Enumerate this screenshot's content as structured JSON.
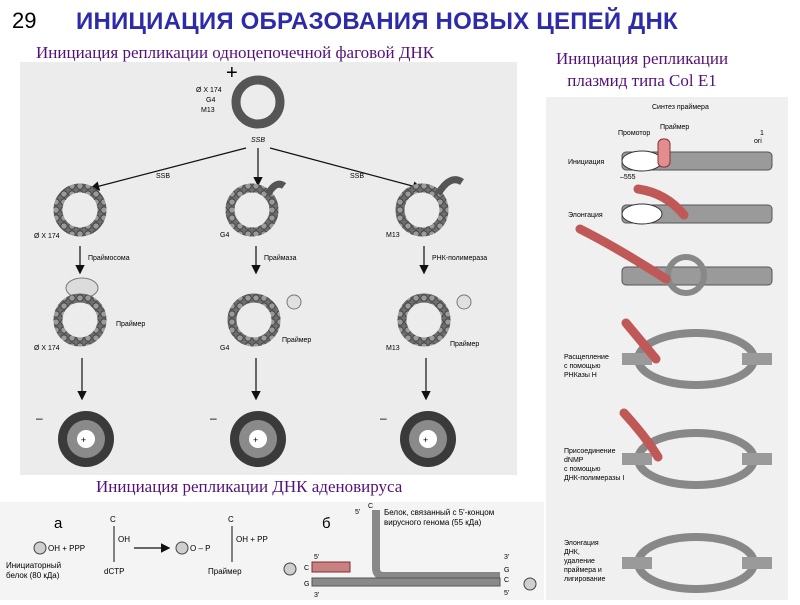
{
  "slide": {
    "number": "29",
    "title": "ИНИЦИАЦИЯ ОБРАЗОВАНИЯ НОВЫХ ЦЕПЕЙ ДНК"
  },
  "captions": {
    "phage": "Инициация репликации одноцепочечной фаговой  ДНК",
    "plasmid_line1": "Инициация репликации",
    "plasmid_line2": "плазмид типа Col E1",
    "adeno": "Инициация репликации ДНК аденовируса"
  },
  "phage_figure": {
    "top_plus": "+",
    "phage_names": [
      "Ø X 174",
      "G4",
      "M13"
    ],
    "ssb": "SSB",
    "enzymes": [
      "Праймосома",
      "Праймаза",
      "РНК-полимераза"
    ],
    "primer": "Праймер",
    "minus": "–",
    "plus": "+"
  },
  "plasmid_figure": {
    "primer_synthesis": "Синтез праймера",
    "promoter": "Промотор",
    "primer": "Праймер",
    "ori_num": "1",
    "ori": "ori",
    "pos": "–555",
    "steps": {
      "initiation": "Инициация",
      "elongation": "Элонгация",
      "cleavage": [
        "Расщепление",
        "с помощью",
        "РНКазы Н"
      ],
      "joining": [
        "Присоединение",
        "dNMP",
        "с помощью",
        "ДНК-полимеразы I"
      ],
      "final": [
        "Элонгация",
        "ДНК,",
        "удаление",
        "праймера и",
        "лигирование"
      ]
    }
  },
  "adeno_figure": {
    "label_a": "а",
    "label_b": "б",
    "oh_ppp": "OH + PPP",
    "c": "C",
    "oh": "OH",
    "dctp": "dCTP",
    "o_p": "O – P",
    "oh_pp": "OH + PP",
    "primer": "Праймер",
    "init_protein": [
      "Инициаторный",
      "белок  (80 кДа)"
    ],
    "protein_desc": [
      "Белок, связанный  с 5'-концом",
      "вирусного  генома (55 кДа)"
    ],
    "five": "5'",
    "three": "3'",
    "g": "G"
  }
}
